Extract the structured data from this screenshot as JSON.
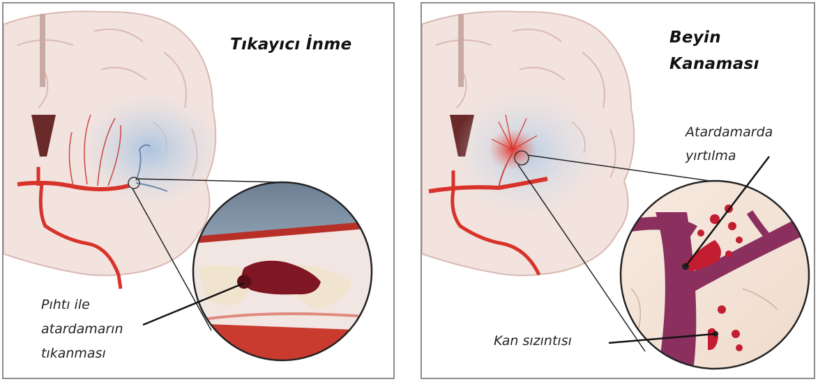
{
  "left_panel": {
    "title": "Tıkayıcı İnme",
    "label_lines": [
      "Pıhtı ile",
      "atardamarın",
      "tıkanması"
    ]
  },
  "right_panel": {
    "title_lines": [
      "Beyin",
      "Kanaması"
    ],
    "label_top_lines": [
      "Atardamarda",
      "yırtılma"
    ],
    "label_bottom": "Kan sızıntısı"
  },
  "colors": {
    "brain_tissue": "#f2e3de",
    "ischemia_zone": "#b9cde3",
    "artery": "#d8332b",
    "clot": "#7e1623",
    "vessel_wall": "#8a2f5e",
    "blood_drops": "#c21d31"
  }
}
